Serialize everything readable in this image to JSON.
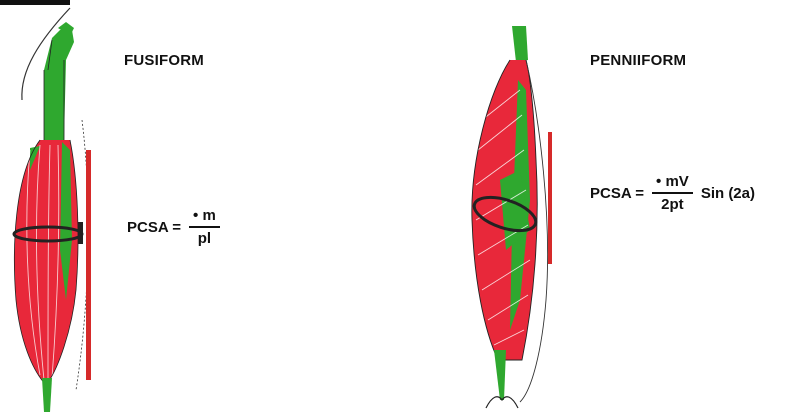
{
  "colors": {
    "muscle": "#e8283a",
    "tendon": "#2fa82f",
    "outline": "#222222",
    "scale_bar": "#d62a2a"
  },
  "fusiform": {
    "title": "FUSIFORM",
    "formula": {
      "lhs": "PCSA =",
      "numerator": "• m",
      "denominator": "pl"
    }
  },
  "penniform": {
    "title": "PENNIIFORM",
    "formula": {
      "lhs": "PCSA =",
      "numerator": "• mV",
      "denominator": "2pt",
      "suffix": "Sin (2a)"
    }
  }
}
